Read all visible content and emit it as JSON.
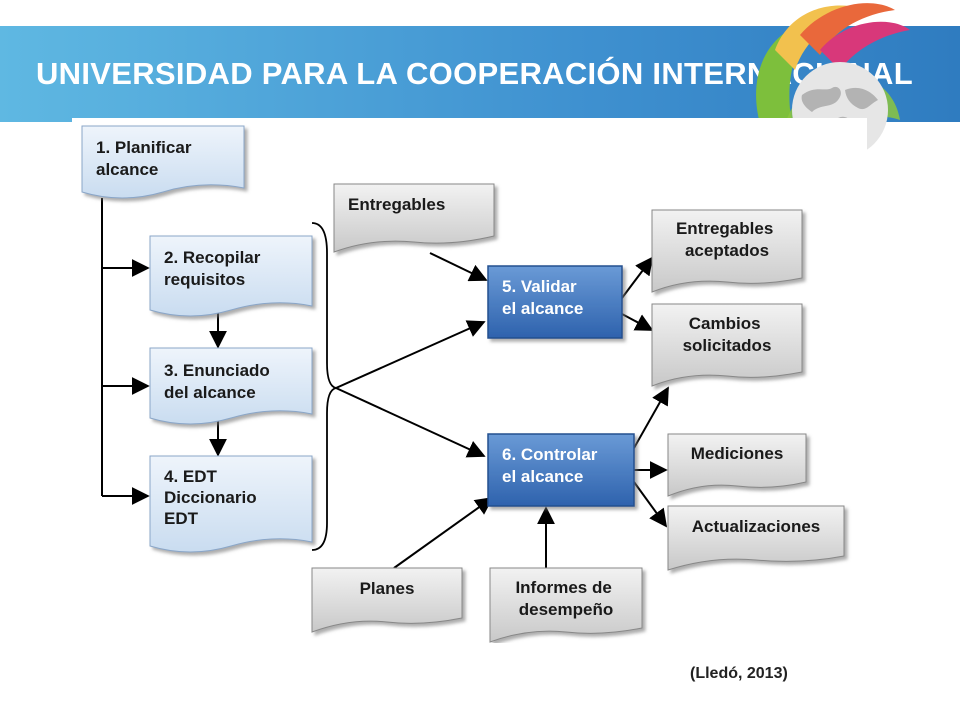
{
  "header": {
    "title": "UNIVERSIDAD PARA LA COOPERACIÓN INTERNACIONAL",
    "logo_icon": "globe-logo-icon"
  },
  "diagram": {
    "process_boxes": {
      "planificar": [
        "1. Planificar",
        "alcance"
      ],
      "recopilar": [
        "2. Recopilar",
        "requisitos"
      ],
      "enunciado": [
        "3. Enunciado",
        "del alcance"
      ],
      "edt": [
        "4. EDT",
        "Diccionario",
        "EDT"
      ]
    },
    "main_processes": {
      "validar": [
        "5. Validar",
        "el alcance"
      ],
      "controlar": [
        "6. Controlar",
        "el alcance"
      ]
    },
    "inputs": {
      "entregables": "Entregables",
      "planes": "Planes",
      "informes": [
        "Informes de",
        "desempeño"
      ]
    },
    "outputs": {
      "aceptados": [
        "Entregables",
        "aceptados"
      ],
      "cambios": [
        "Cambios",
        "solicitados"
      ],
      "mediciones": "Mediciones",
      "actualizaciones": "Actualizaciones"
    }
  },
  "citation": "(Lledó, 2013)",
  "colors": {
    "banner_start": "#5fb8e2",
    "banner_end": "#2f7cc0",
    "process_box": "#dce8f5",
    "main_process": "#3d73bd",
    "document_box": "#d8d8d8"
  }
}
